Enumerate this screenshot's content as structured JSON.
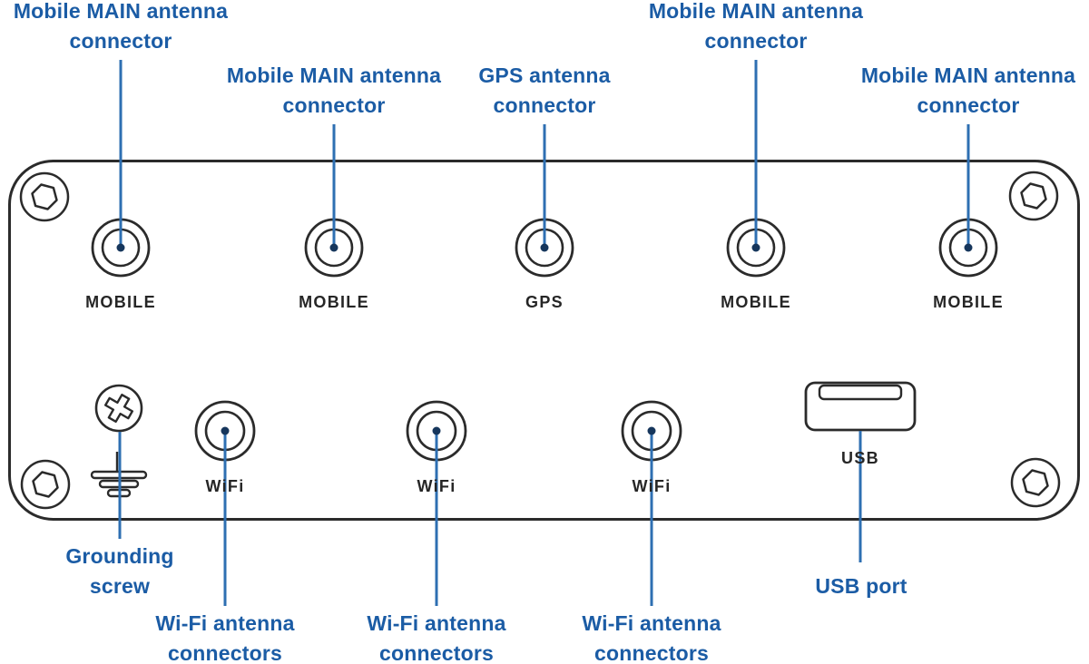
{
  "diagram": {
    "subject": "device-rear-panel",
    "colors": {
      "callout_text": "#1b5ca5",
      "leader_line": "#2e6fb2",
      "leader_dot": "#16365c",
      "outline": "#2b2b2b",
      "port_text": "#262626",
      "background": "#ffffff"
    }
  },
  "callouts": [
    {
      "name": "mobile-main-antenna-connector-1",
      "lines": [
        "Mobile MAIN antenna",
        "connector"
      ]
    },
    {
      "name": "mobile-main-antenna-connector-2",
      "lines": [
        "Mobile MAIN antenna",
        "connector"
      ]
    },
    {
      "name": "gps-antenna-connector",
      "lines": [
        "GPS antenna",
        "connector"
      ]
    },
    {
      "name": "mobile-main-antenna-connector-3",
      "lines": [
        "Mobile MAIN antenna",
        "connector"
      ]
    },
    {
      "name": "mobile-main-antenna-connector-4",
      "lines": [
        "Mobile MAIN antenna",
        "connector"
      ]
    },
    {
      "name": "grounding-screw",
      "lines": [
        "Grounding",
        "screw"
      ]
    },
    {
      "name": "wifi-antenna-connectors-1",
      "lines": [
        "Wi-Fi antenna",
        "connectors"
      ]
    },
    {
      "name": "wifi-antenna-connectors-2",
      "lines": [
        "Wi-Fi antenna",
        "connectors"
      ]
    },
    {
      "name": "wifi-antenna-connectors-3",
      "lines": [
        "Wi-Fi antenna",
        "connectors"
      ]
    },
    {
      "name": "usb-port",
      "lines": [
        "USB port"
      ]
    }
  ],
  "port_labels": [
    {
      "name": "mobile-1",
      "text": "MOBILE"
    },
    {
      "name": "mobile-2",
      "text": "MOBILE"
    },
    {
      "name": "gps",
      "text": "GPS"
    },
    {
      "name": "mobile-3",
      "text": "MOBILE"
    },
    {
      "name": "mobile-4",
      "text": "MOBILE"
    },
    {
      "name": "wifi-1",
      "text": "WiFi"
    },
    {
      "name": "wifi-2",
      "text": "WiFi"
    },
    {
      "name": "wifi-3",
      "text": "WiFi"
    },
    {
      "name": "usb",
      "text": "USB"
    }
  ]
}
